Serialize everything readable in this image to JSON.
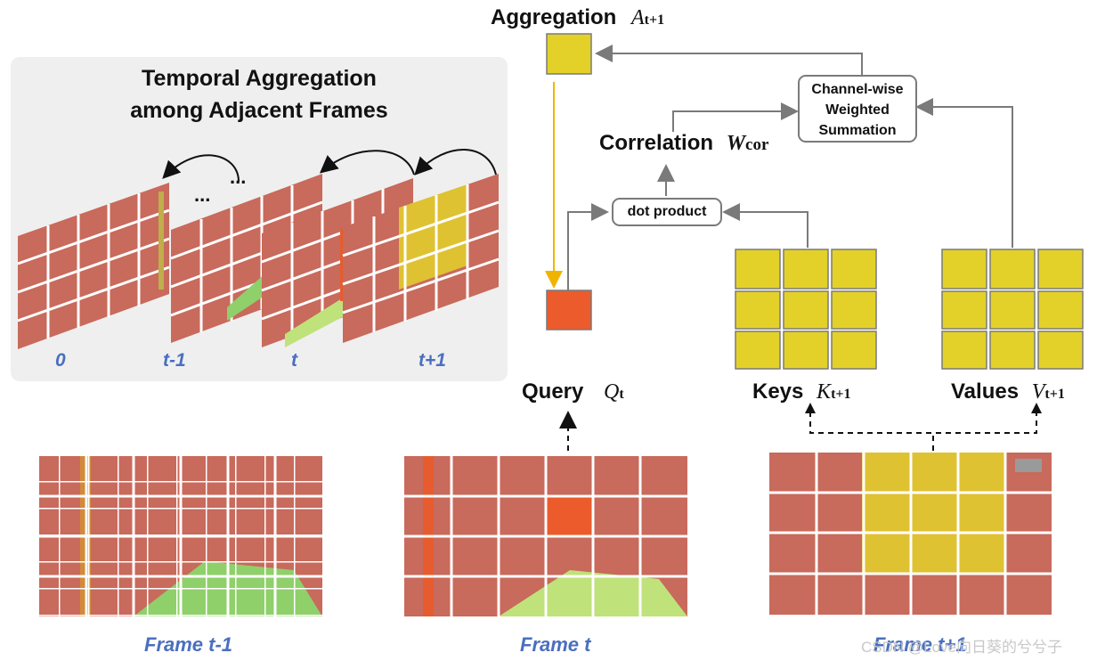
{
  "panel": {
    "title_line1": "Temporal Aggregation",
    "title_line2": "among Adjacent Frames",
    "frame_labels": [
      "0",
      "t-1",
      "t",
      "t+1"
    ],
    "ellipsis_1": "...",
    "ellipsis_2": "..."
  },
  "aggregation": {
    "label": "Aggregation",
    "symbol": "A",
    "subscript": "t+1"
  },
  "channel_node": {
    "line1": "Channel-wise",
    "line2": "Weighted",
    "line3": "Summation"
  },
  "correlation": {
    "label": "Correlation",
    "symbol": "W",
    "subscript": "cor"
  },
  "dot_product": {
    "label": "dot product"
  },
  "query": {
    "label": "Query",
    "symbol": "Q",
    "subscript": "t"
  },
  "keys": {
    "label": "Keys",
    "symbol": "K",
    "subscript": "t+1"
  },
  "values": {
    "label": "Values",
    "symbol": "V",
    "subscript": "t+1"
  },
  "captions": {
    "frame_prev": "Frame t-1",
    "frame_cur": "Frame t",
    "frame_next": "Frame t+1"
  },
  "watermark": "CSDN @Love向日葵的兮兮子",
  "colors": {
    "track": "#c86a5c",
    "highlight_yellow": "#e3d12a",
    "query_orange": "#ec5b2b",
    "arrow_gray": "#7a7a7a",
    "arrow_yellow": "#f0b400",
    "label_blue": "#4a6fbf"
  }
}
